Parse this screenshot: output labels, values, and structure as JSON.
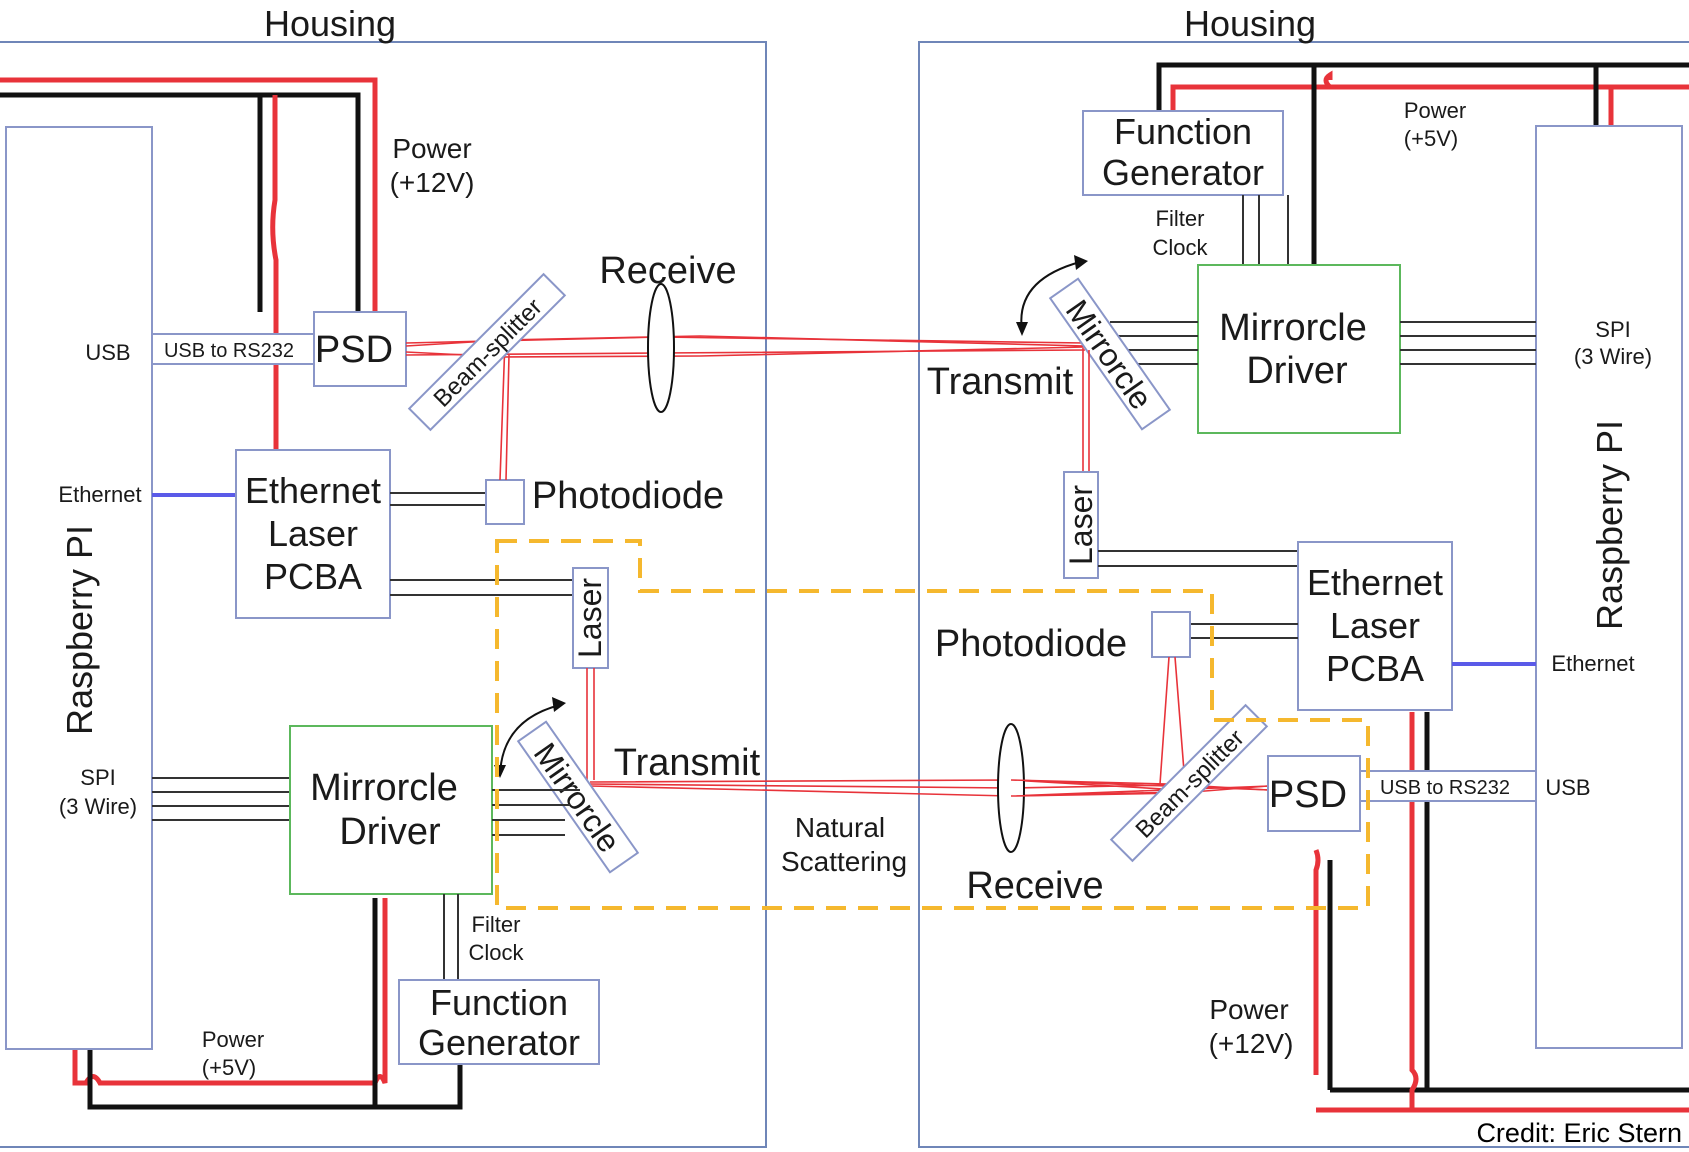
{
  "left": {
    "housing_label": "Housing",
    "power_main": "Power",
    "power_main_v": "(+12V)",
    "usb": "USB",
    "usb_rs232": "USB to RS232",
    "psd": "PSD",
    "beam_splitter": "Beam-splitter",
    "receive": "Receive",
    "photodiode": "Photodiode",
    "ethernet": "Ethernet",
    "eth_pcba": [
      "Ethernet",
      "Laser",
      "PCBA"
    ],
    "raspberry_pi": "Raspberry PI",
    "laser": "Laser",
    "transmit": "Transmit",
    "mirrorcle": "Mirrorcle",
    "spi": "SPI",
    "spi_wire": "(3 Wire)",
    "driver": [
      "Mirrorcle",
      "Driver"
    ],
    "filter": "Filter",
    "clock": "Clock",
    "function_generator": [
      "Function",
      "Generator"
    ],
    "power_small": "Power",
    "power_small_v": "(+5V)"
  },
  "right": {
    "housing_label": "Housing",
    "function_generator": [
      "Function",
      "Generator"
    ],
    "filter": "Filter",
    "clock": "Clock",
    "power_small": "Power",
    "power_small_v": "(+5V)",
    "mirrorcle": "Mirrorcle",
    "driver": [
      "Mirrorcle",
      "Driver"
    ],
    "transmit": "Transmit",
    "spi": "SPI",
    "spi_wire": "(3 Wire)",
    "raspberry_pi": "Raspberry PI",
    "laser": "Laser",
    "eth_pcba": [
      "Ethernet",
      "Laser",
      "PCBA"
    ],
    "photodiode": "Photodiode",
    "ethernet": "Ethernet",
    "beam_splitter": "Beam-splitter",
    "psd": "PSD",
    "usb_rs232": "USB to RS232",
    "usb": "USB",
    "receive": "Receive",
    "power_main": "Power",
    "power_main_v": "(+12V)"
  },
  "center": {
    "natural": "Natural",
    "scattering": "Scattering"
  },
  "credit": "Credit: Eric Stern",
  "colors": {
    "power": "#e8333a",
    "ground": "#111111",
    "ethernet": "#5a5ae8",
    "highlight": "#f5b82e",
    "driver_border": "#5cb85c",
    "box_border": "#8a96c8"
  }
}
